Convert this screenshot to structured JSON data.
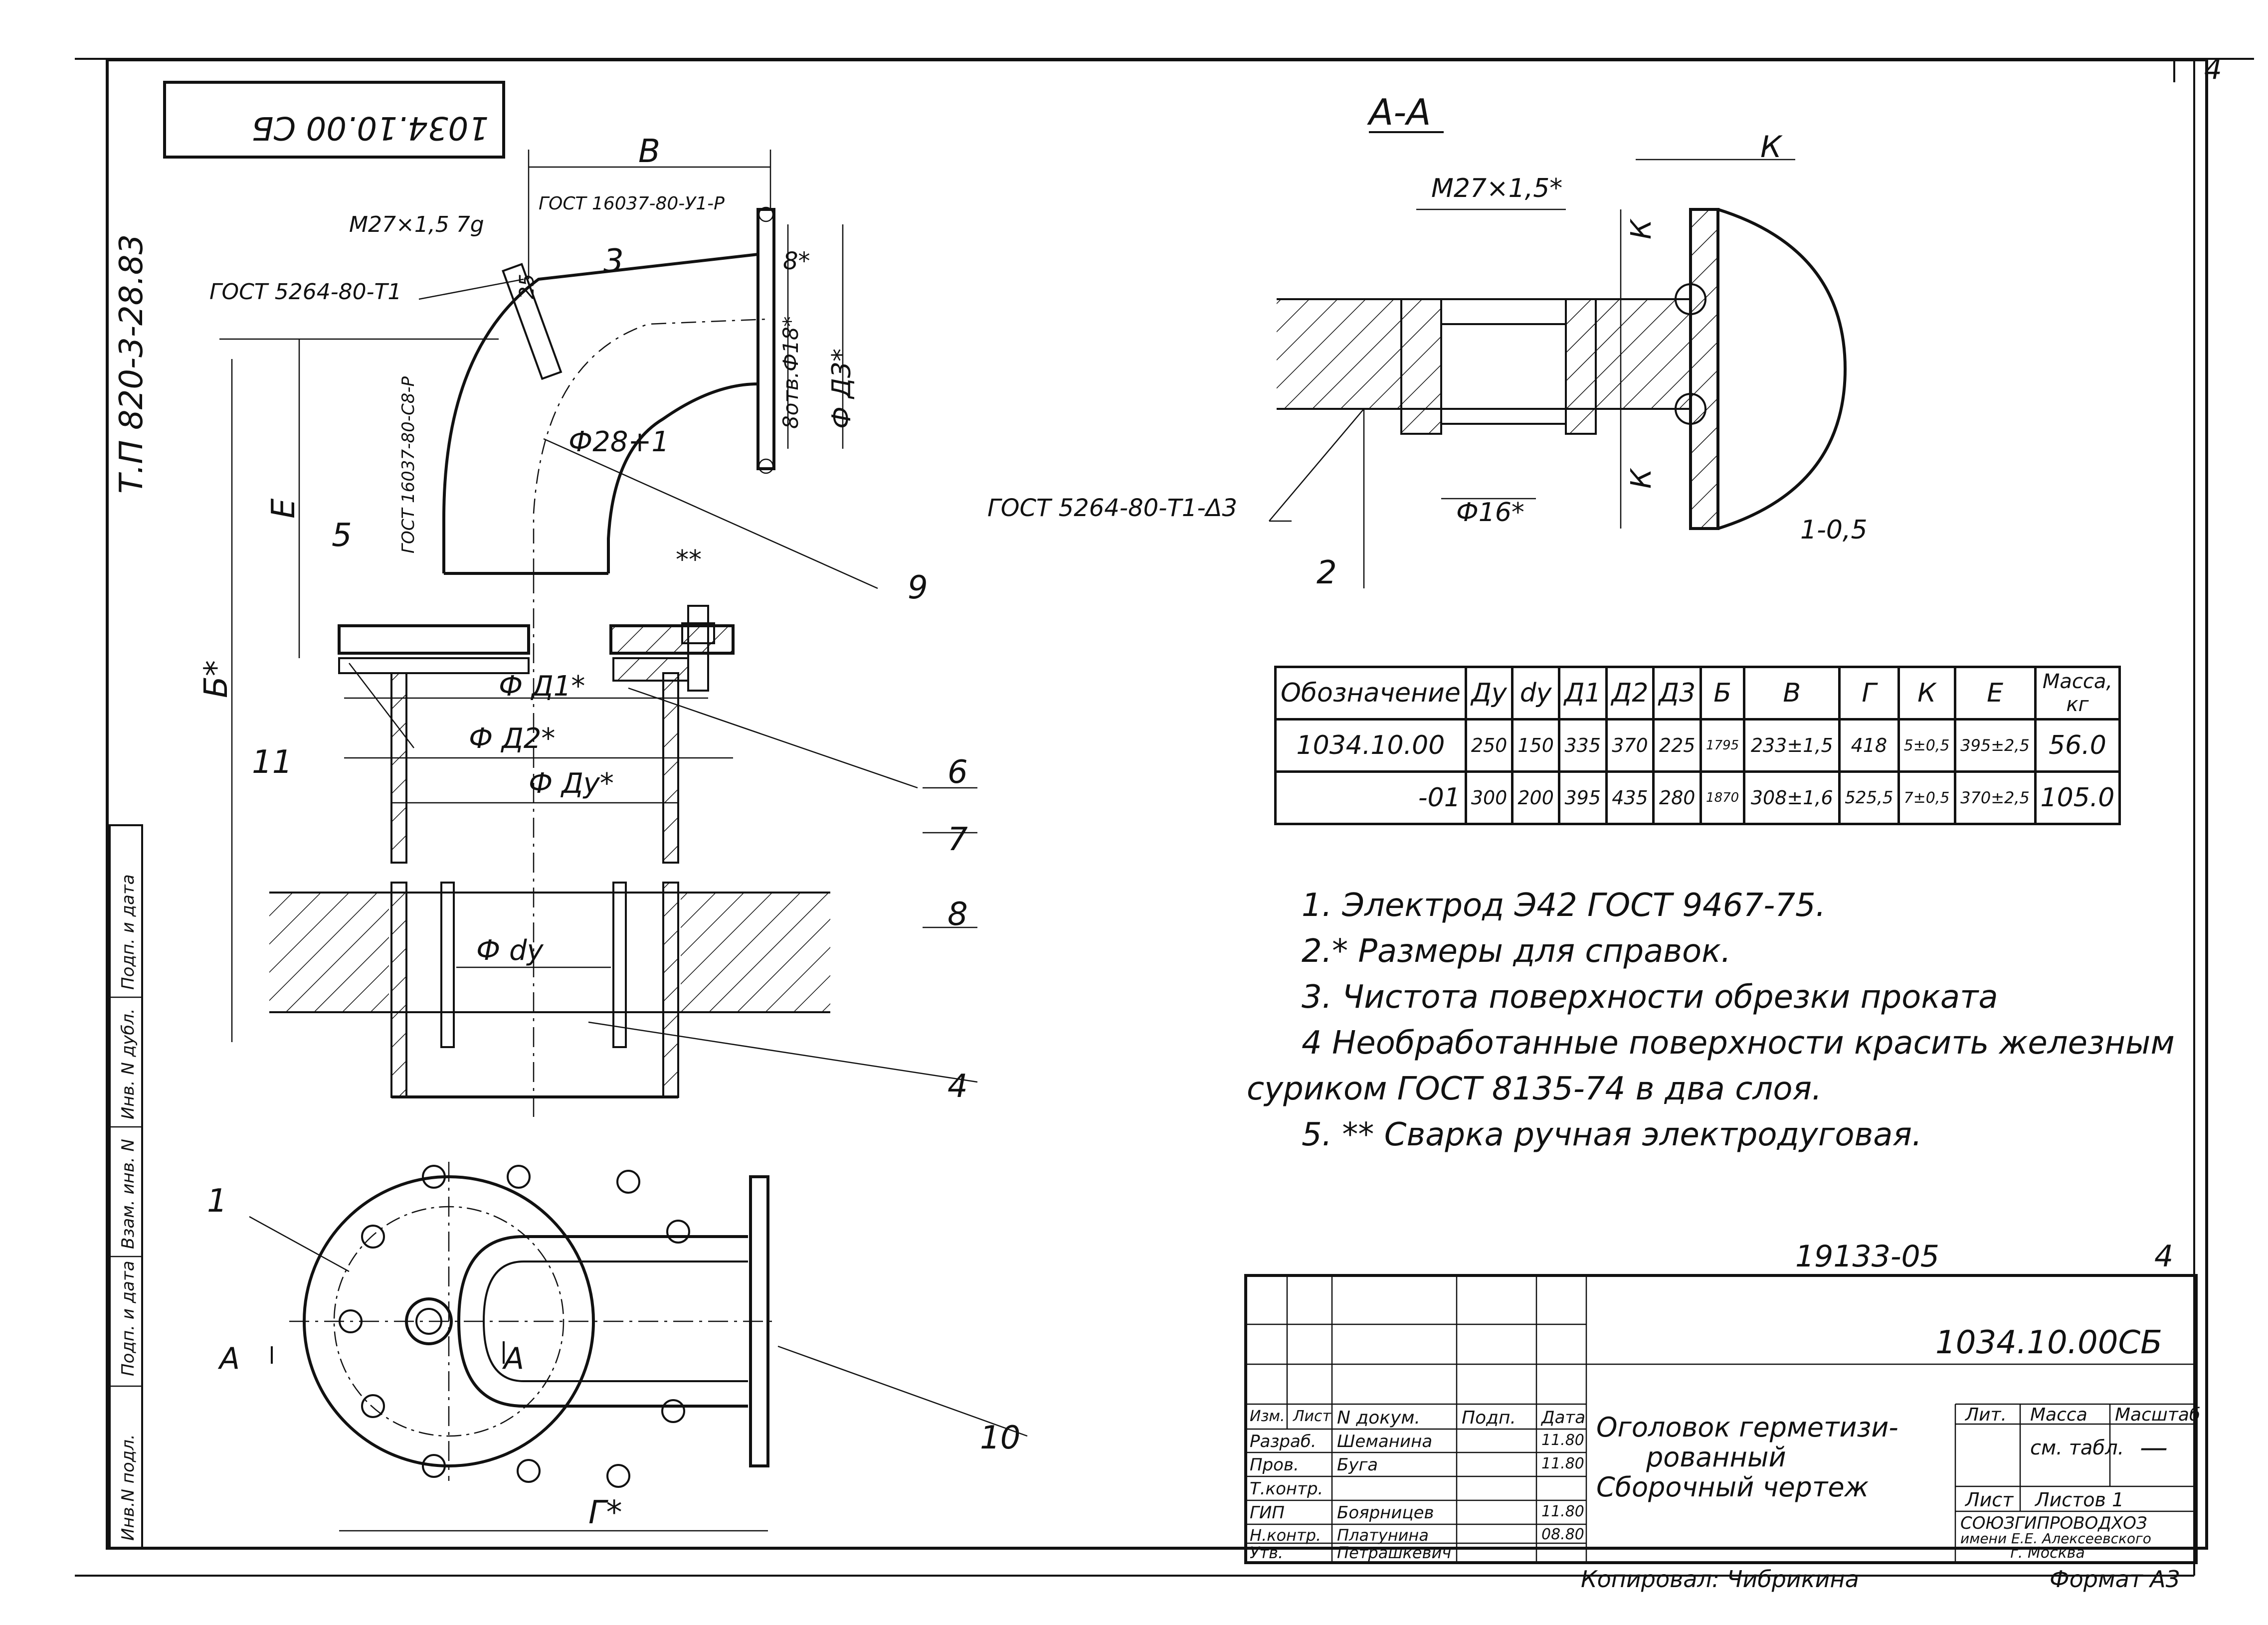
{
  "drawing": {
    "top_code_rotated": "1034.10.00 СБ",
    "side_code_rotated": "Т.П 820-3-28.83",
    "corner_page": "4",
    "bottom_code_left": "19133-05",
    "bottom_code_right": "4",
    "section_label": "А-А",
    "callouts": [
      "1",
      "2",
      "3",
      "4",
      "5",
      "6",
      "7",
      "8",
      "9",
      "10",
      "11"
    ],
    "dims": {
      "b": "В",
      "m27": "М27×1,5 7g",
      "gost16037": "ГОСТ 16037-80-У1-Р",
      "gost5264": "ГОСТ 5264-80-Т1",
      "gost16037b": "ГОСТ 16037-80-С8-Р",
      "phi28": "Ф28+1",
      "d1": "Ф Д1*",
      "d2": "Ф Д2*",
      "dy": "Ф Ду*",
      "dy_small": "Ф dу",
      "d3": "Ф Д3*",
      "bolt": "8отв.Ф18*",
      "e": "Е",
      "b6": "Б*",
      "g": "Г*",
      "k": "К",
      "sec_m27": "М27×1,5*",
      "sec_phi16": "Ф16*",
      "sec_gost": "ГОСТ 5264-80-Т1-Δ3",
      "sec_tol": "1-0,5",
      "starstar": "**",
      "eight": "8*",
      "dimA": "А",
      "25": "25"
    }
  },
  "table": {
    "headers": [
      "Обозначение",
      "Ду",
      "dу",
      "Д1",
      "Д2",
      "Д3",
      "Б",
      "В",
      "Г",
      "К",
      "Е",
      "Масса, кг"
    ],
    "rows": [
      [
        "1034.10.00",
        "250",
        "150",
        "335",
        "370",
        "225",
        "1795",
        "233±1,5",
        "418",
        "5±0,5",
        "395±2,5",
        "56.0"
      ],
      [
        "-01",
        "300",
        "200",
        "395",
        "435",
        "280",
        "1870",
        "308±1,6",
        "525,5",
        "7±0,5",
        "370±2,5",
        "105.0"
      ]
    ]
  },
  "notes": [
    "1. Электрод Э42 ГОСТ 9467-75.",
    "2.* Размеры для справок.",
    "3. Чистота поверхности обрезки проката",
    "4 Необработанные поверхности красить железным",
    "суриком ГОСТ 8135-74 в два слоя.",
    "5. ** Сварка ручная электродуговая."
  ],
  "stamp": {
    "code": "1034.10.00СБ",
    "title_lines": [
      "Оголовок герметизи-",
      "рованный",
      "Сборочный чертеж"
    ],
    "col_headers": [
      "Изм.",
      "Лист",
      "N докум.",
      "Подп.",
      "Дата"
    ],
    "roles": [
      {
        "role": "Разраб.",
        "name": "Шеманина",
        "date": "11.80"
      },
      {
        "role": "Пров.",
        "name": "Буга",
        "date": "11.80"
      },
      {
        "role": "Т.контр.",
        "name": "",
        "date": ""
      },
      {
        "role": "ГИП",
        "name": "Боярницев",
        "date": "11.80"
      },
      {
        "role": "Н.контр.",
        "name": "Платунина",
        "date": "08.80"
      },
      {
        "role": "Утв.",
        "name": "Петрашкевич",
        "date": ""
      }
    ],
    "lit": "Лит.",
    "mass": "Масса",
    "scale": "Масштаб",
    "mass_value": "см. табл.",
    "scale_value": "—",
    "sheet": "Лист",
    "sheets": "Листов 1",
    "org": [
      "СОЮЗГИПРОВОДХОЗ",
      "имени Е.Е. Алексеевского",
      "г. Москва"
    ],
    "copied": "Копировал: Чибрикина",
    "format": "Формат А3"
  },
  "side_strip": [
    "Инв.N подл.",
    "Подп. и дата",
    "Взам. инв. N",
    "Инв. N дубл.",
    "Подп. и дата"
  ]
}
